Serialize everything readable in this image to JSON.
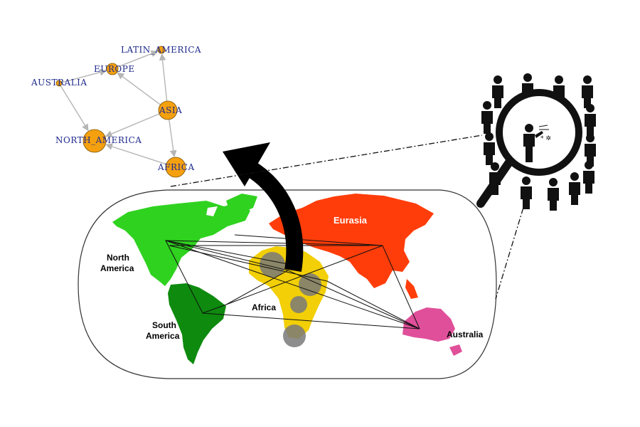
{
  "network": {
    "nodes": [
      {
        "id": "LATIN_AMERICA",
        "label": "LATIN_AMERICA"
      },
      {
        "id": "EUROPE",
        "label": "EUROPE"
      },
      {
        "id": "AUSTRALIA",
        "label": "AUSTRALIA"
      },
      {
        "id": "ASIA",
        "label": "ASIA"
      },
      {
        "id": "NORTH_AMERICA",
        "label": "NORTH_AMERICA"
      },
      {
        "id": "AFRICA",
        "label": "AFRICA"
      }
    ],
    "edges": [
      [
        "EUROPE",
        "LATIN_AMERICA"
      ],
      [
        "AUSTRALIA",
        "EUROPE"
      ],
      [
        "ASIA",
        "EUROPE"
      ],
      [
        "ASIA",
        "LATIN_AMERICA"
      ],
      [
        "ASIA",
        "AFRICA"
      ],
      [
        "AUSTRALIA",
        "NORTH_AMERICA"
      ],
      [
        "ASIA",
        "NORTH_AMERICA"
      ],
      [
        "AFRICA",
        "NORTH_AMERICA"
      ]
    ],
    "node_color": "#f5a00f",
    "label_color": "#1f2a8c",
    "edge_color": "#b5b5b5"
  },
  "map": {
    "labels": {
      "north_america": [
        "North",
        "America"
      ],
      "south_america": [
        "South",
        "America"
      ],
      "africa": "Africa",
      "eurasia": "Eurasia",
      "australia": "Australia"
    },
    "colors": {
      "north_america": "#2fd21f",
      "south_america": "#0e8a0e",
      "africa": "#f2cf06",
      "eurasia": "#ff3d0a",
      "australia": "#e0509a",
      "spread_marks": "#7a7a7a"
    }
  },
  "icons": {
    "arrow": "curved-arrow-icon",
    "magnifier": "magnifier-crowd-icon",
    "sick_person": "sneezing-person-icon"
  }
}
